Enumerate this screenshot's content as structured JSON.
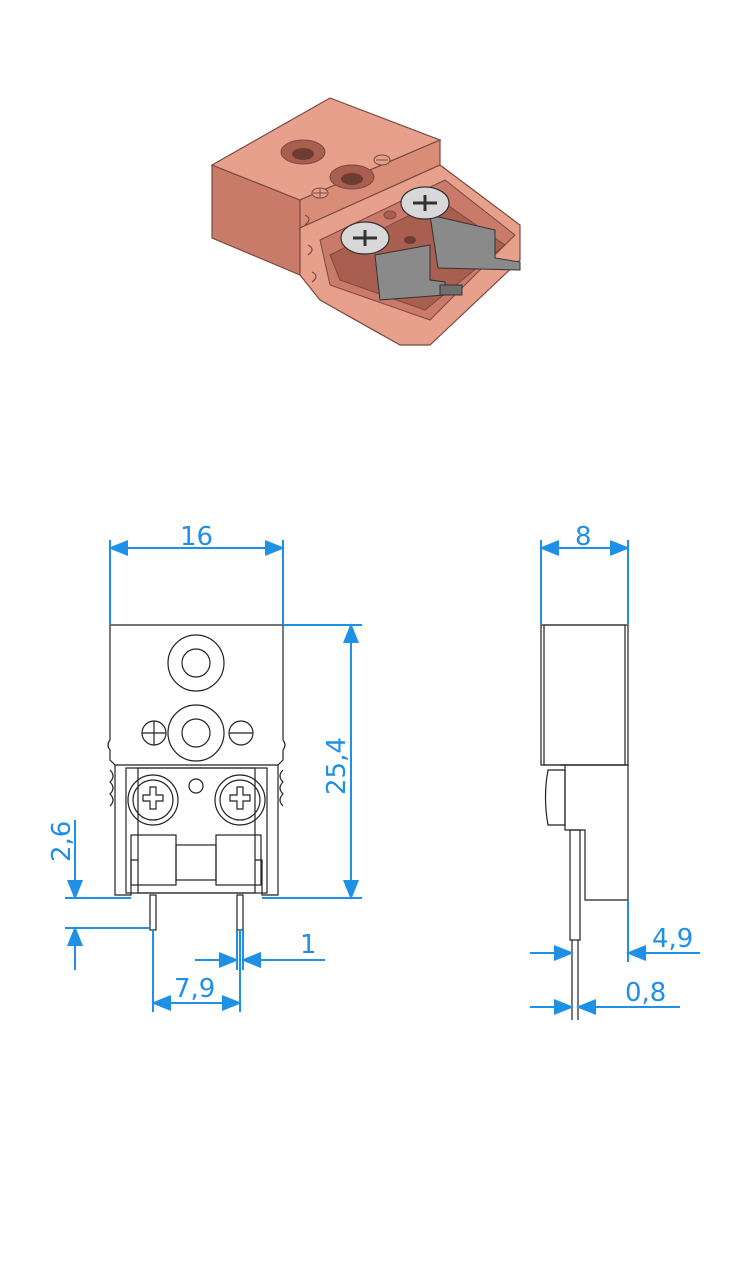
{
  "colors": {
    "dimension": "#1e90e6",
    "body": "#e7a08c",
    "body_dark": "#c97a69",
    "body_shadow": "#a85f50",
    "line": "#222222",
    "metal": "#9a9a9a",
    "screw": "#d8d8d8"
  },
  "dimensions": {
    "width_front": "16",
    "height": "25,4",
    "pin_offset": "2,6",
    "pin_pitch": "7,9",
    "pin_width": "1",
    "width_side": "8",
    "side_offset": "4,9",
    "pin_thickness": "0,8"
  },
  "icons": {
    "iso_view": "connector-3d-icon",
    "front_view": "connector-front-view",
    "side_view": "connector-side-view"
  }
}
